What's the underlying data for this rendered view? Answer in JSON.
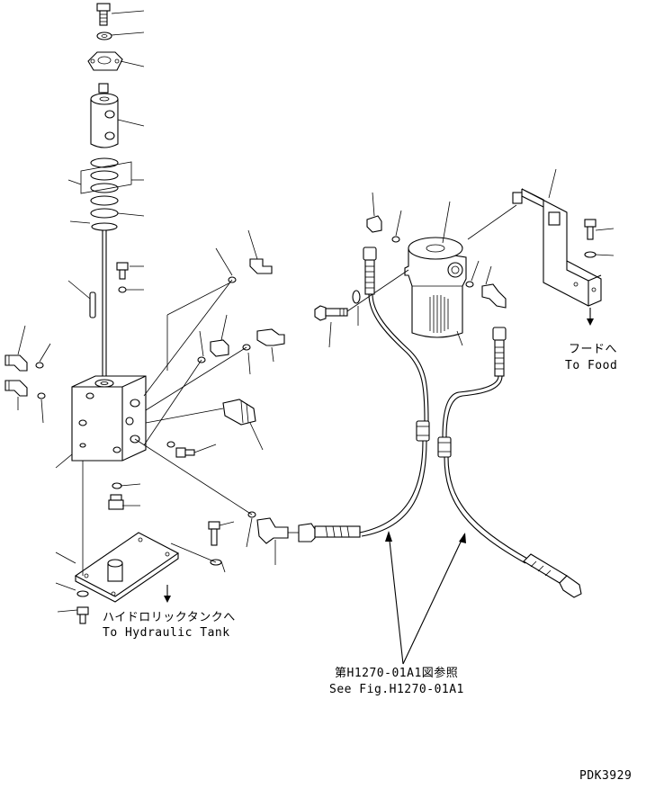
{
  "notes": {
    "hood_jp": "フードへ",
    "hood_en": "To Food",
    "tank_jp": "ハイドロリックタンクへ",
    "tank_en": "To Hydraulic Tank",
    "ref_jp": "第H1270-01A1図参照",
    "ref_en": "See Fig.H1270-01A1"
  },
  "drawing_code": "PDK3929"
}
